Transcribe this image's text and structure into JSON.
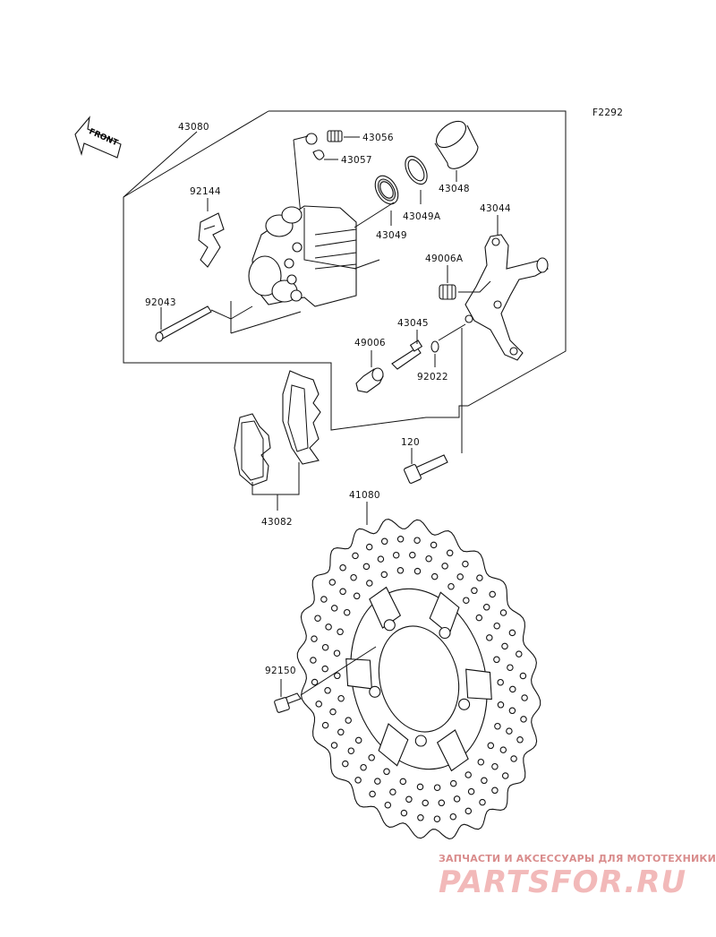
{
  "figure_code": "F2292",
  "front_label": "FRONT",
  "parts": {
    "p43080": "43080",
    "p43056": "43056",
    "p43057": "43057",
    "p43048": "43048",
    "p92144": "92144",
    "p43049A": "43049A",
    "p43049": "43049",
    "p43044": "43044",
    "p49006A": "49006A",
    "p92043": "92043",
    "p43045": "43045",
    "p49006": "49006",
    "p92022": "92022",
    "p120": "120",
    "p43082": "43082",
    "p41080": "41080",
    "p92150": "92150"
  },
  "watermark": {
    "tagline": "ЗАПЧАСТИ И АКСЕССУАРЫ ДЛЯ МОТОТЕХНИКИ",
    "logo": "PARTSFOR.RU"
  }
}
